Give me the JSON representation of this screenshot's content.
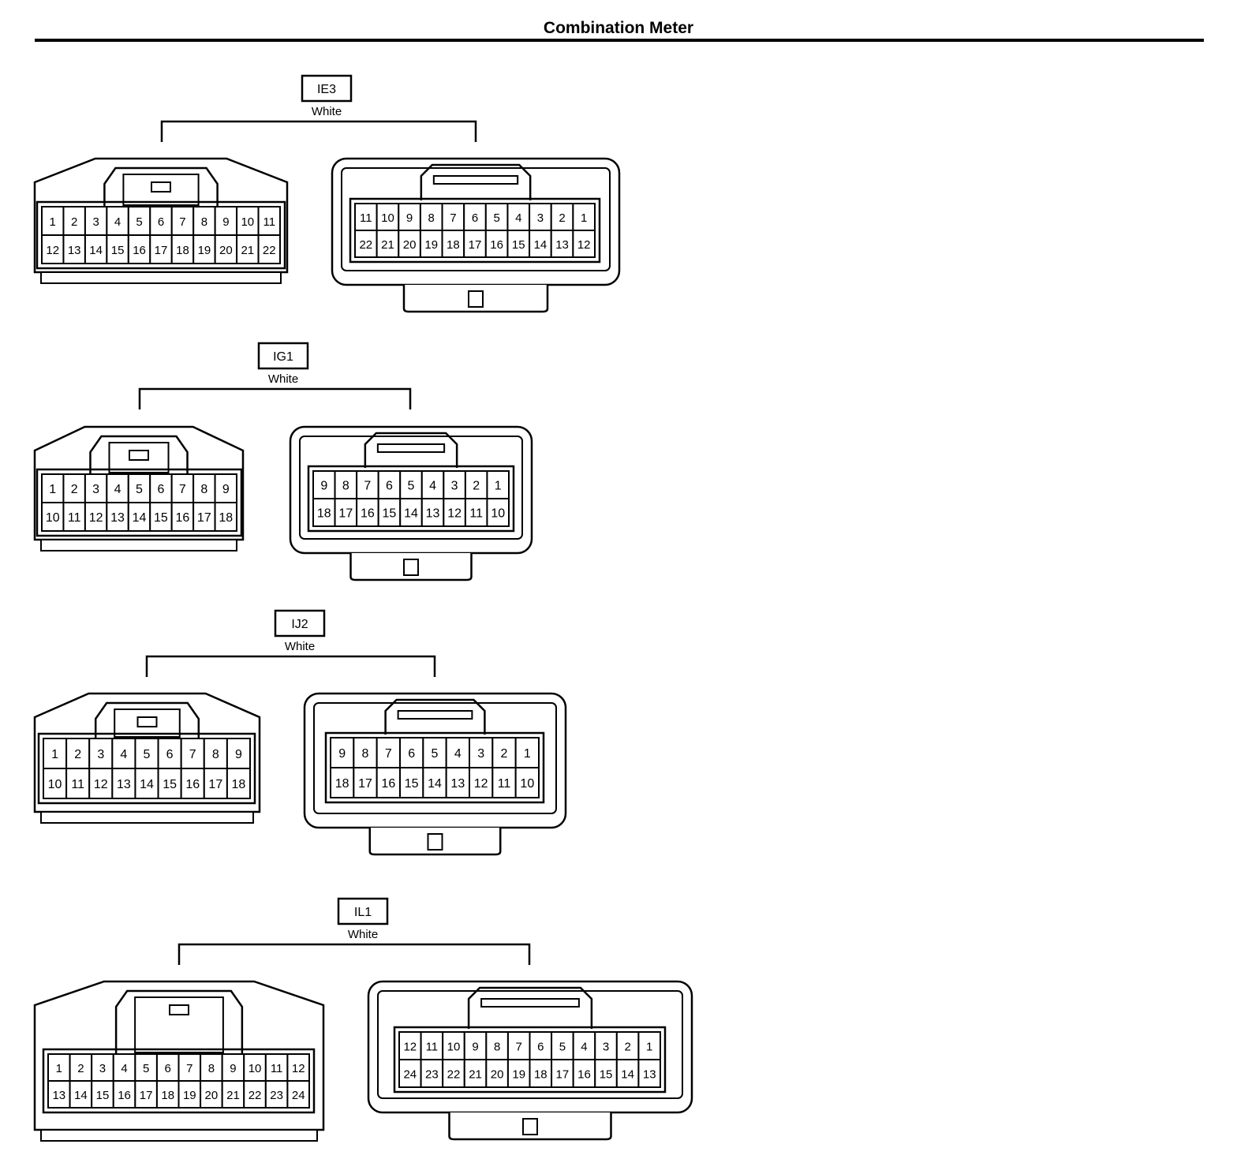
{
  "header": {
    "title": "Combination Meter"
  },
  "connectors": [
    {
      "code": "IE3",
      "color": "White",
      "male": {
        "top": [
          "1",
          "2",
          "3",
          "4",
          "5",
          "6",
          "7",
          "8",
          "9",
          "10",
          "11"
        ],
        "bottom": [
          "12",
          "13",
          "14",
          "15",
          "16",
          "17",
          "18",
          "19",
          "20",
          "21",
          "22"
        ]
      },
      "female": {
        "top": [
          "11",
          "10",
          "9",
          "8",
          "7",
          "6",
          "5",
          "4",
          "3",
          "2",
          "1"
        ],
        "bottom": [
          "22",
          "21",
          "20",
          "19",
          "18",
          "17",
          "16",
          "15",
          "14",
          "13",
          "12"
        ]
      }
    },
    {
      "code": "IG1",
      "color": "White",
      "male": {
        "top": [
          "1",
          "2",
          "3",
          "4",
          "5",
          "6",
          "7",
          "8",
          "9"
        ],
        "bottom": [
          "10",
          "11",
          "12",
          "13",
          "14",
          "15",
          "16",
          "17",
          "18"
        ]
      },
      "female": {
        "top": [
          "9",
          "8",
          "7",
          "6",
          "5",
          "4",
          "3",
          "2",
          "1"
        ],
        "bottom": [
          "18",
          "17",
          "16",
          "15",
          "14",
          "13",
          "12",
          "11",
          "10"
        ]
      }
    },
    {
      "code": "IJ2",
      "color": "White",
      "male": {
        "top": [
          "1",
          "2",
          "3",
          "4",
          "5",
          "6",
          "7",
          "8",
          "9"
        ],
        "bottom": [
          "10",
          "11",
          "12",
          "13",
          "14",
          "15",
          "16",
          "17",
          "18"
        ]
      },
      "female": {
        "top": [
          "9",
          "8",
          "7",
          "6",
          "5",
          "4",
          "3",
          "2",
          "1"
        ],
        "bottom": [
          "18",
          "17",
          "16",
          "15",
          "14",
          "13",
          "12",
          "11",
          "10"
        ]
      }
    },
    {
      "code": "IL1",
      "color": "White",
      "male": {
        "top": [
          "1",
          "2",
          "3",
          "4",
          "5",
          "6",
          "7",
          "8",
          "9",
          "10",
          "11",
          "12"
        ],
        "bottom": [
          "13",
          "14",
          "15",
          "16",
          "17",
          "18",
          "19",
          "20",
          "21",
          "22",
          "23",
          "24"
        ]
      },
      "female": {
        "top": [
          "12",
          "11",
          "10",
          "9",
          "8",
          "7",
          "6",
          "5",
          "4",
          "3",
          "2",
          "1"
        ],
        "bottom": [
          "24",
          "23",
          "22",
          "21",
          "20",
          "19",
          "18",
          "17",
          "16",
          "15",
          "14",
          "13"
        ]
      }
    }
  ]
}
